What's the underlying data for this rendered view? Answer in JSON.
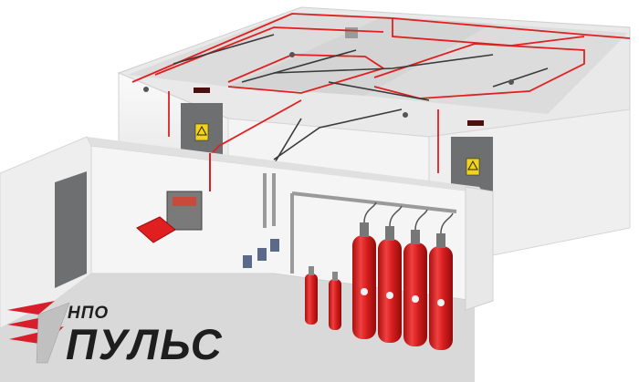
{
  "logo": {
    "line1": "НПО",
    "line2": "ПУЛЬС"
  },
  "colors": {
    "wall": "#f3f3f3",
    "wall_shade": "#e2e2e2",
    "floor": "#d9d9d9",
    "pipe_red": "#e02020",
    "pipe_dark": "#3a3a3a",
    "cylinder_red": "#d81e1e",
    "door": "#6d6f70",
    "logo_red": "#d81e2b",
    "logo_dark": "#1e1e1e"
  },
  "icons": [
    "warning-sign-icon",
    "fire-sprinkler-icon",
    "exit-sign-icon",
    "logo-wing-icon"
  ],
  "cylinders": {
    "large": 4,
    "small": 2
  }
}
